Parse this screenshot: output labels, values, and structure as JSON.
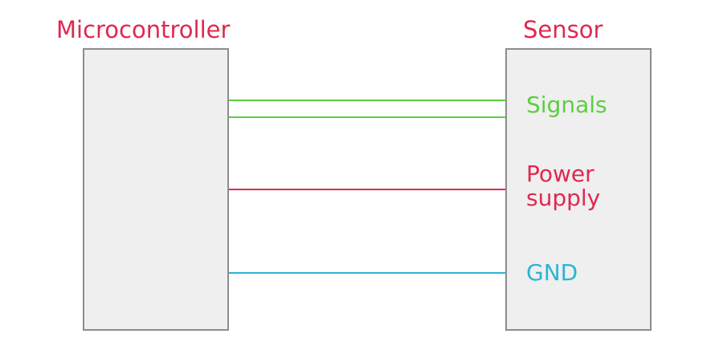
{
  "colors": {
    "title": "#e0284f",
    "signals": "#5ccf3e",
    "power": "#e0284f",
    "gnd": "#2cb4d6",
    "block_fill": "#efefef",
    "block_border": "#8c8c8c"
  },
  "blocks": {
    "microcontroller": {
      "title": "Microcontroller"
    },
    "sensor": {
      "title": "Sensor"
    }
  },
  "connections": {
    "signals": {
      "label": "Signals",
      "wire_count": 2
    },
    "power": {
      "label_line1": "Power",
      "label_line2": "supply",
      "wire_count": 1
    },
    "gnd": {
      "label": "GND",
      "wire_count": 1
    }
  }
}
